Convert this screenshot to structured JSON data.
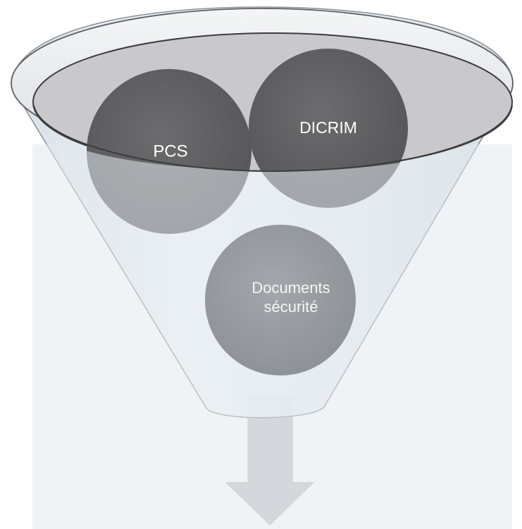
{
  "funnel_diagram": {
    "items": [
      {
        "id": "pcs",
        "label": "PCS"
      },
      {
        "id": "dicrim",
        "label": "DICRIM"
      },
      {
        "id": "documents",
        "label_lines": [
          "Documents",
          "sécurité"
        ]
      }
    ],
    "output": "arrow-down"
  },
  "colors": {
    "background": "#ffffff",
    "funnel_fill": "#e4ecf2",
    "funnel_outline": "#8a8f94",
    "rim_inner_fill": "#c9c9cb",
    "ball_dark": "#5e5e60",
    "ball_light": "#94999e",
    "label_text": "#ffffff",
    "arrow_fill": "#c3c3c5"
  }
}
